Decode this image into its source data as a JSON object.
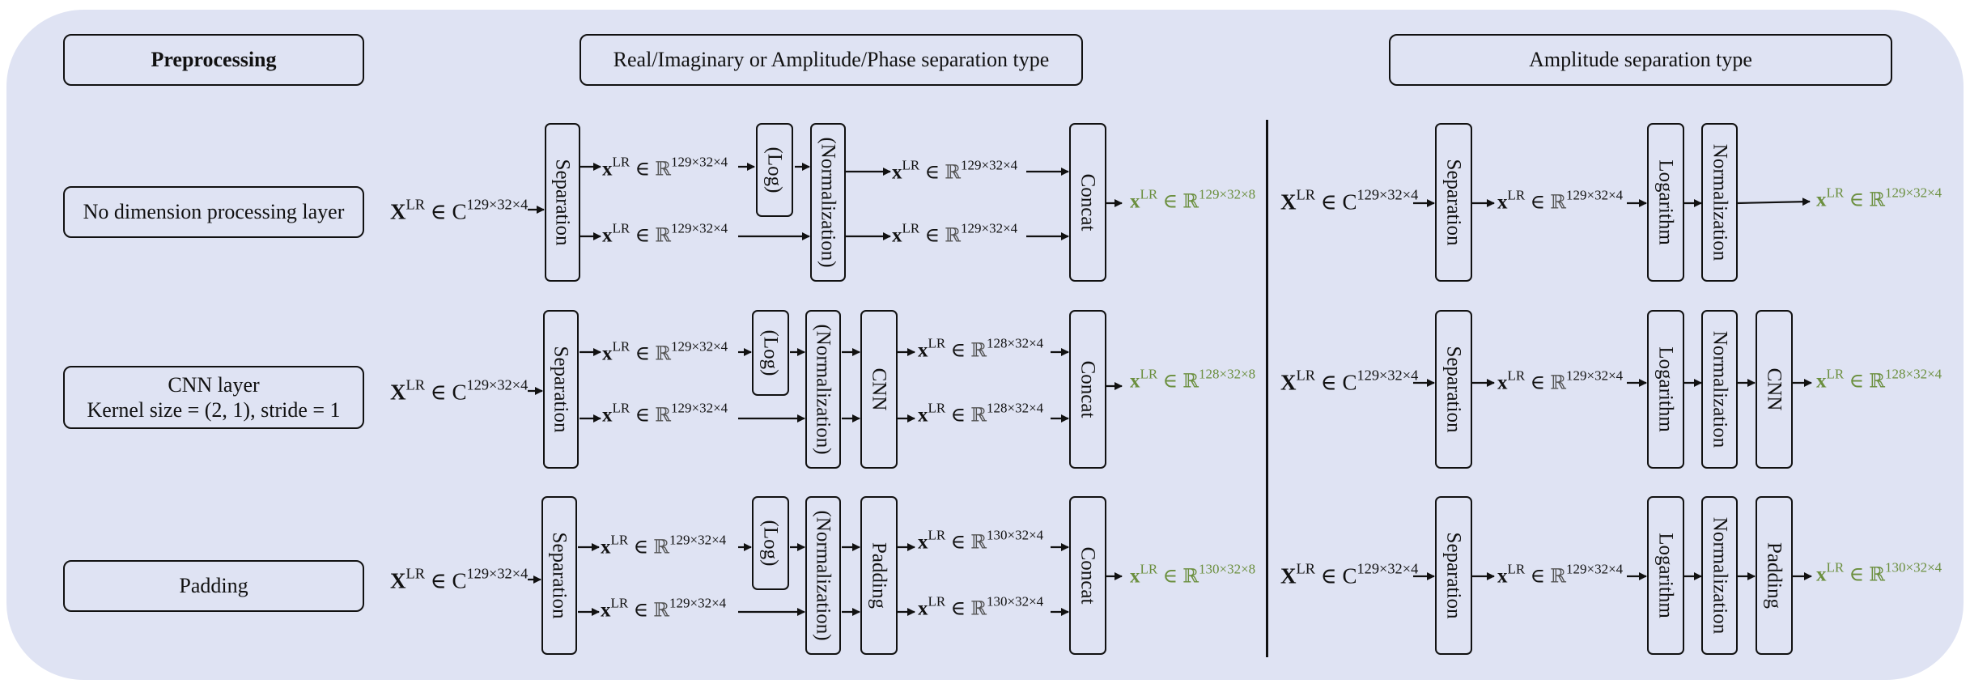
{
  "headers": {
    "preprocessing": "Preprocessing",
    "left_type": "Real/Imaginary or Amplitude/Phase separation type",
    "right_type": "Amplitude separation type"
  },
  "rows": {
    "none": "No dimension processing layer",
    "cnn_line1": "CNN layer",
    "cnn_line2": "Kernel size = (2, 1), stride = 1",
    "padding": "Padding"
  },
  "blocks": {
    "separation": "Separation",
    "log": "(Log)",
    "normalization_opt": "(Normalization)",
    "concat": "Concat",
    "cnn": "CNN",
    "padding": "Padding",
    "logarithm": "Logarithm",
    "normalization": "Normalization"
  },
  "math": {
    "X": "X",
    "x": "x",
    "sup_lr": "LR",
    "in": " ∈ ",
    "complex": "C",
    "real": "ℝ",
    "dim_129_4": "129×32×4",
    "dim_128_4": "128×32×4",
    "dim_130_4": "130×32×4",
    "dim_129_8": "129×32×8",
    "dim_128_8": "128×32×8",
    "dim_130_8": "130×32×8"
  },
  "colors": {
    "background": "#dfe3f3",
    "output_green": "#6b8f3e",
    "stroke": "#111111"
  }
}
